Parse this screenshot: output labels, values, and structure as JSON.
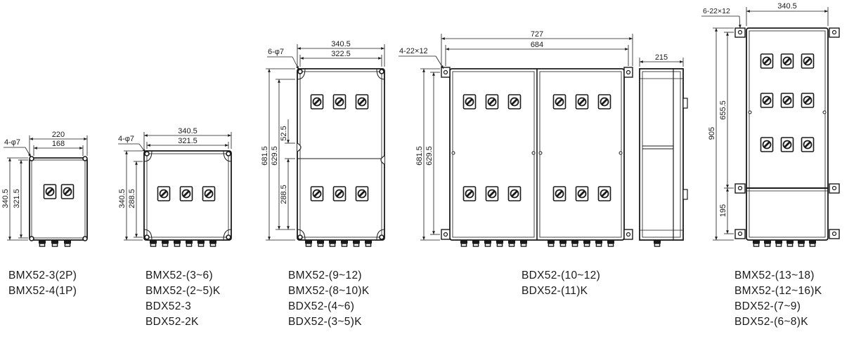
{
  "units": [
    {
      "id": "u1",
      "captions": [
        "BMX52-3(2P)",
        "BMX52-4(1P)"
      ],
      "dims": {
        "hole": "4-φ7",
        "w_outer": "220",
        "w_inner": "168",
        "h_outer": "340.5",
        "h_inner": "321.5"
      }
    },
    {
      "id": "u2",
      "captions": [
        "BMX52-(3~6)",
        "BMX52-(2~5)K",
        "BDX52-3",
        "BDX52-2K"
      ],
      "dims": {
        "hole": "4-φ7",
        "w_outer": "340.5",
        "w_inner": "321.5",
        "h_outer": "340.5",
        "h_inner": "288.5"
      }
    },
    {
      "id": "u3",
      "captions": [
        "BMX52-(9~12)",
        "BMX52-(8~10)K",
        "BDX52-(4~6)",
        "BDX52-(3~5)K"
      ],
      "dims": {
        "hole": "6-φ7",
        "w_outer": "340.5",
        "w_inner": "322.5",
        "h_outer": "681.5",
        "h_inner": "629.5",
        "h_mid": "52.5",
        "h_low": "288.5"
      }
    },
    {
      "id": "u4",
      "captions": [
        "BDX52-(10~12)",
        "BDX52-(11)K"
      ],
      "dims": {
        "hole": "4-22×12",
        "w_outer": "727",
        "w_inner": "684",
        "h_outer": "681.5",
        "h_inner": "629.5",
        "depth": "215"
      }
    },
    {
      "id": "u5",
      "captions": [
        "BMX52-(13~18)",
        "BMX52-(12~16)K",
        "BDX52-(7~9)",
        "BDX52-(6~8)K"
      ],
      "dims": {
        "hole": "6-22×12",
        "w_outer": "340.5",
        "h_total": "905",
        "h_upper": "655.5",
        "h_lower": "195"
      }
    }
  ]
}
